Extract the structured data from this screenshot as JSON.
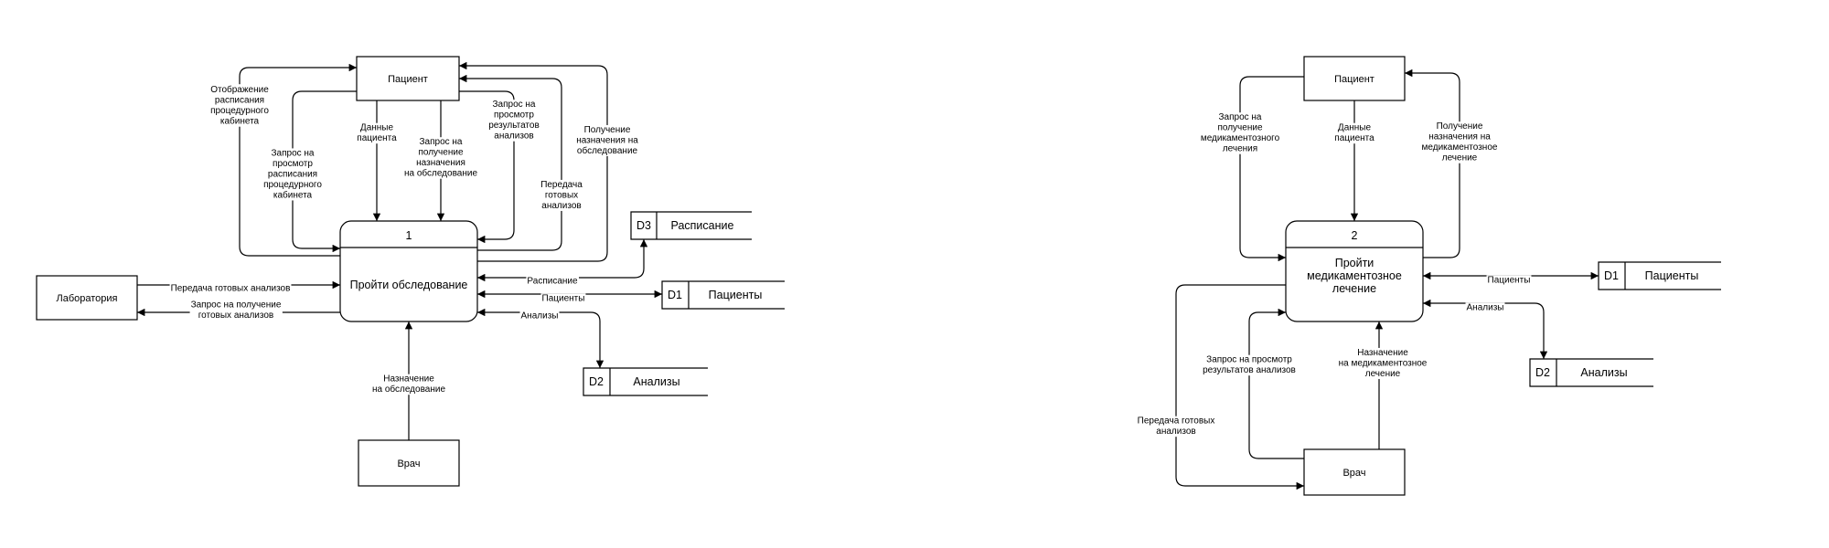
{
  "diagram1": {
    "entities": {
      "patient": "Пациент",
      "lab": "Лаборатория",
      "doctor": "Врач"
    },
    "process": {
      "number": "1",
      "name": "Пройти обследование"
    },
    "stores": [
      {
        "id": "D3",
        "name": "Расписание"
      },
      {
        "id": "D1",
        "name": "Пациенты"
      },
      {
        "id": "D2",
        "name": "Анализы"
      }
    ],
    "flows": {
      "show_schedule": [
        "Отображение",
        "расписания",
        "процедурного",
        "кабинета"
      ],
      "request_schedule": [
        "Запрос на",
        "просмотр",
        "расписания",
        "процедурного",
        "кабинета"
      ],
      "patient_data": [
        "Данные",
        "пациента"
      ],
      "request_assignment": [
        "Запрос на",
        "получение",
        "назначения",
        "на обследование"
      ],
      "request_results": [
        "Запрос на",
        "просмотр",
        "результатов",
        "анализов"
      ],
      "transfer_ready": [
        "Передача",
        "готовых",
        "анализов"
      ],
      "receive_assignment": [
        "Получение",
        "назначения на",
        "обследование"
      ],
      "lab_transfer": [
        "Передача готовых анализов"
      ],
      "lab_request": [
        "Запрос на получение",
        "готовых анализов"
      ],
      "to_schedule": [
        "Расписание"
      ],
      "to_patients": [
        "Пациенты"
      ],
      "to_analyses": [
        "Анализы"
      ],
      "doctor_assignment": [
        "Назначение",
        "на обследование"
      ]
    }
  },
  "diagram2": {
    "entities": {
      "patient": "Пациент",
      "doctor": "Врач"
    },
    "process": {
      "number": "2",
      "name": [
        "Пройти",
        "медикаментозное",
        "лечение"
      ]
    },
    "stores": [
      {
        "id": "D1",
        "name": "Пациенты"
      },
      {
        "id": "D2",
        "name": "Анализы"
      }
    ],
    "flows": {
      "request_treatment": [
        "Запрос на",
        "получение",
        "медикаментозного",
        "лечения"
      ],
      "patient_data": [
        "Данные",
        "пациента"
      ],
      "receive_treatment": [
        "Получение",
        "назначения на",
        "медикаментозное",
        "лечение"
      ],
      "to_patients": [
        "Пациенты"
      ],
      "to_analyses": [
        "Анализы"
      ],
      "request_results": [
        "Запрос на просмотр",
        "результатов анализов"
      ],
      "doctor_treatment": [
        "Назначение",
        "на медикаментозное",
        "лечение"
      ],
      "transfer_ready": [
        "Передача готовых",
        "анализов"
      ]
    }
  }
}
